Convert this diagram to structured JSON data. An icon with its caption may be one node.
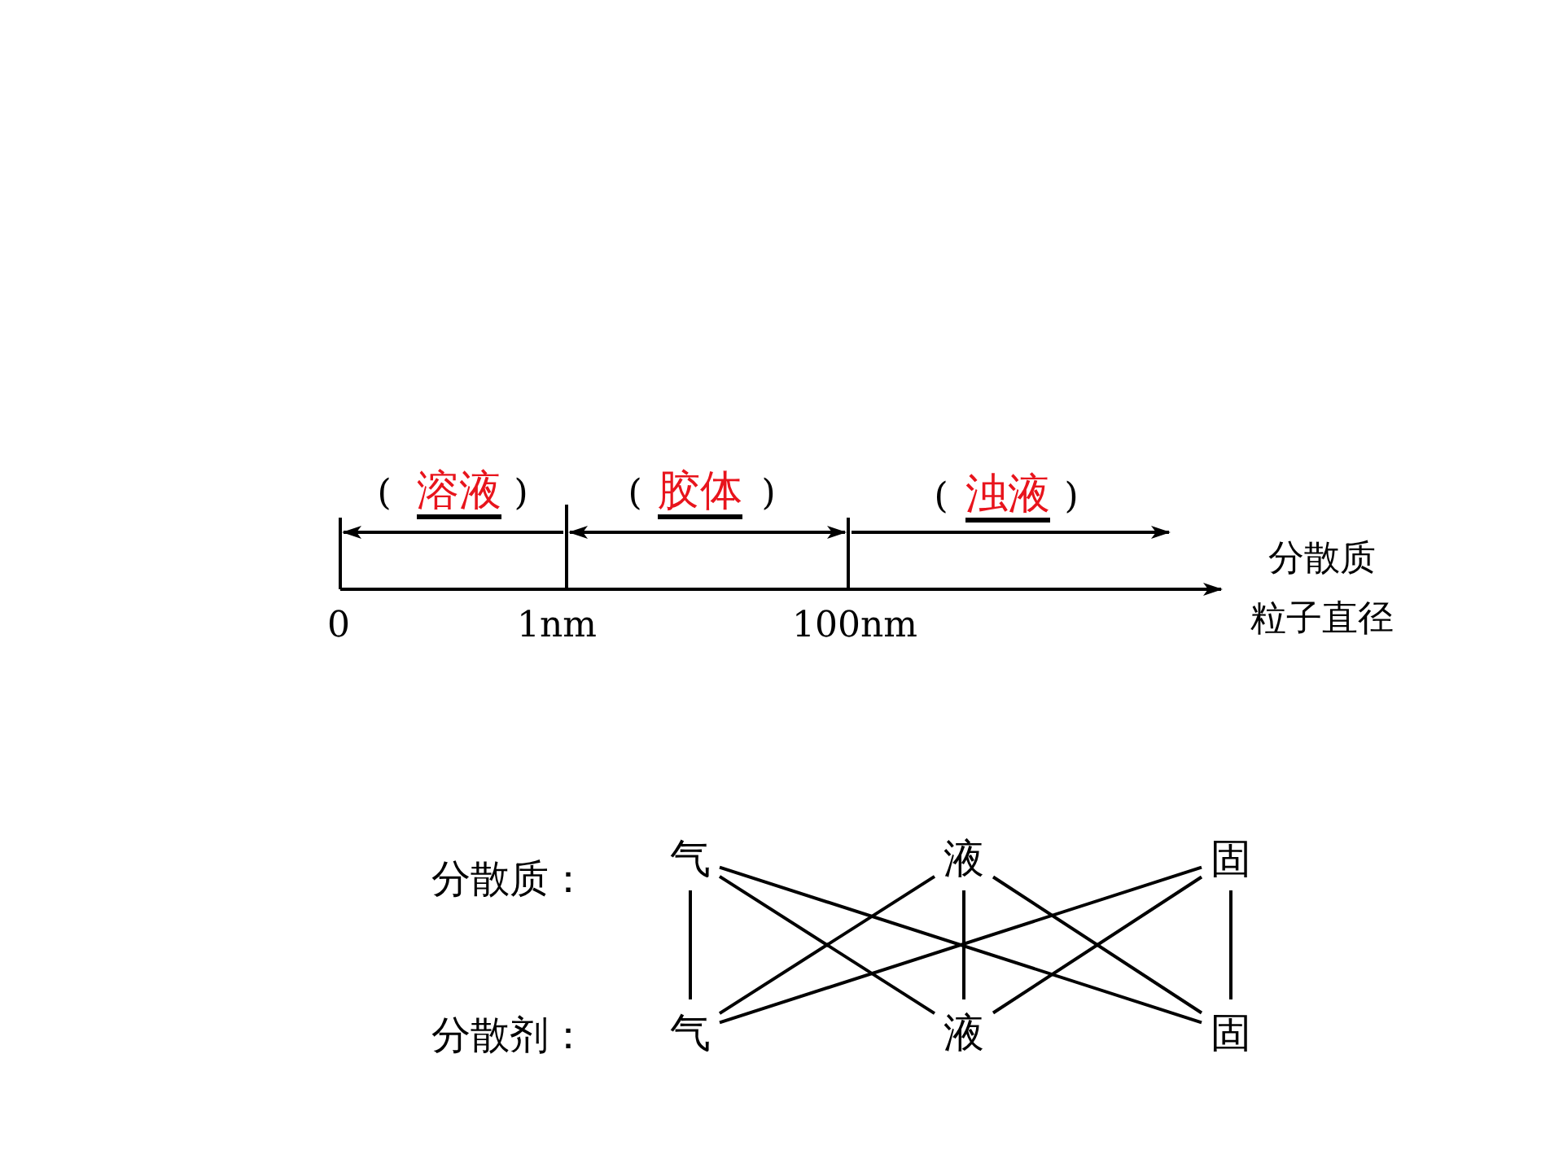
{
  "diagram": {
    "nodes": [
      {
        "text": [
          "气"
        ]
      },
      {
        "text": [
          "液"
        ]
      },
      {
        "text": [
          "固"
        ]
      },
      {
        "text": [
          "气"
        ]
      },
      {
        "text": [
          "液"
        ]
      },
      {
        "text": [
          "固"
        ]
      }
    ],
    "edges": [
      {
        "from": 0,
        "to": 3,
        "arrow": "none"
      },
      {
        "from": 0,
        "to": 4,
        "arrow": "none"
      },
      {
        "from": 0,
        "to": 5,
        "arrow": "none"
      },
      {
        "from": 1,
        "to": 3,
        "arrow": "none"
      },
      {
        "from": 1,
        "to": 4,
        "arrow": "none"
      },
      {
        "from": 1,
        "to": 5,
        "arrow": "none"
      },
      {
        "from": 2,
        "to": 3,
        "arrow": "none"
      },
      {
        "from": 2,
        "to": 4,
        "arrow": "none"
      },
      {
        "from": 2,
        "to": 5,
        "arrow": "none"
      }
    ],
    "labels": [
      "(",
      "溶液",
      ")",
      "(",
      "胶体",
      ")",
      "(",
      "浊液",
      ")",
      "分散质",
      "0",
      "1nm",
      "100nm",
      "粒子直径",
      "分散质：",
      "分散剂："
    ]
  }
}
